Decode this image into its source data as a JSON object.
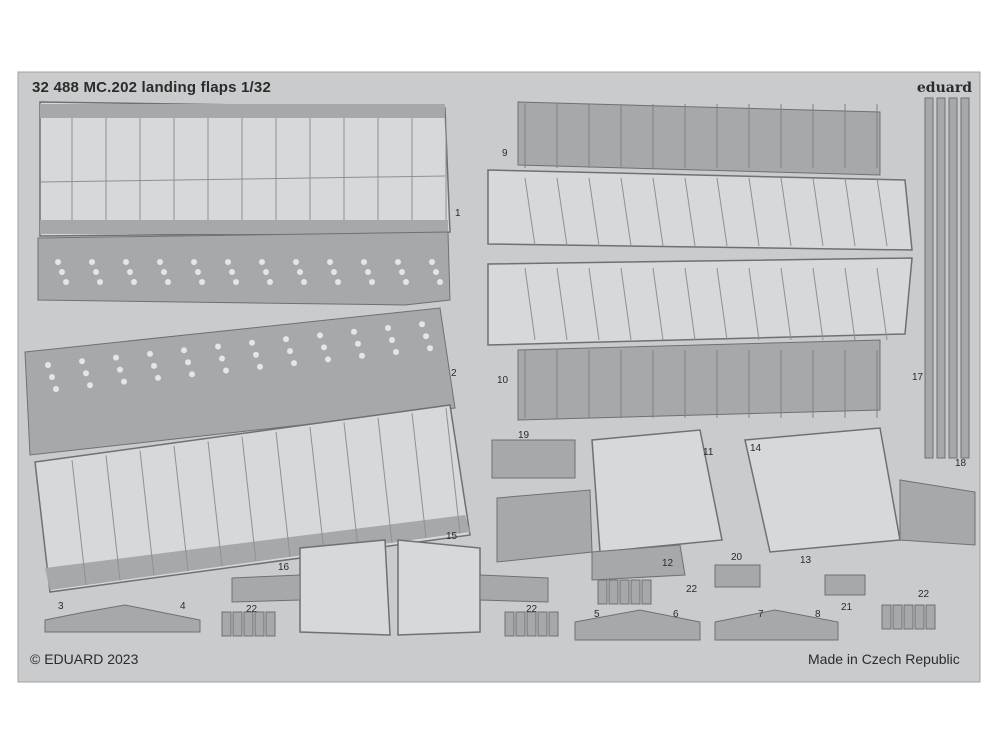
{
  "sheet": {
    "title": "32 488   MC.202 landing flaps   1/32",
    "brand": "eduard",
    "copyright": "© EDUARD 2023",
    "origin": "Made in Czech Republic",
    "part_numbers": [
      "1",
      "2",
      "3",
      "4",
      "5",
      "6",
      "7",
      "8",
      "9",
      "10",
      "11",
      "12",
      "13",
      "14",
      "15",
      "16",
      "17",
      "18",
      "19",
      "20",
      "21",
      "22"
    ]
  },
  "colors": {
    "fret": "#c9cbcc",
    "part_fill": "#a6a9ab",
    "line": "#6e7173",
    "hole": "#e4e5e6"
  }
}
